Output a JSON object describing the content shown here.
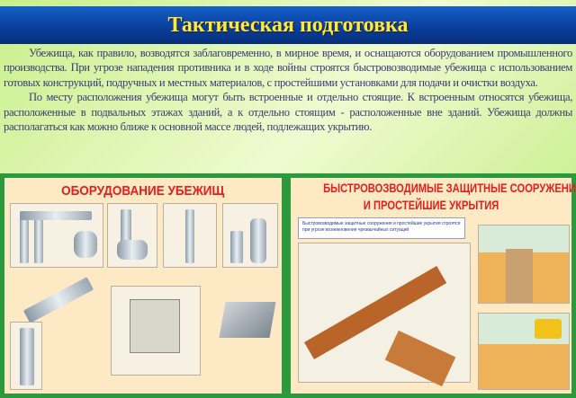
{
  "title": "Тактическая подготовка",
  "paragraphs": [
    "Убежища, как правило, возводятся заблаговременно, в мирное время, и оснащаются оборудованием промышленного производства. При угрозе нападения противника и в ходе войны строятся быстровозводимые убежища с использованием готовых конструкций, подручных и местных материалов, с простейшими установками для подачи и очистки воздуха.",
    "По месту расположения убежища могут быть встроенные и отдельно стоящие. К встроенным относятся убежища, расположенные в подвальных этажах зданий, а к отдельно стоящим - расположенные вне зданий. Убежища должны располагаться как можно ближе к основной массе людей, подлежащих укрытию."
  ],
  "posters": {
    "left": {
      "title": "ОБОРУДОВАНИЕ УБЕЖИЩ"
    },
    "right": {
      "title_line1": "БЫСТРОВОЗВОДИМЫЕ ЗАЩИТНЫЕ СООРУЖЕНИЯ",
      "title_line2": "И ПРОСТЕЙШИЕ УКРЫТИЯ",
      "info": "Быстровозводимые защитные сооружения и простейшие укрытия строятся при угрозе возникновения чрезвычайных ситуаций"
    }
  },
  "colors": {
    "title_bar": "#0a3f9e",
    "title_text": "#ffe93a",
    "body_text": "#3a3a78",
    "poster_border": "#2b9a3c",
    "poster_title": "#e02020"
  }
}
